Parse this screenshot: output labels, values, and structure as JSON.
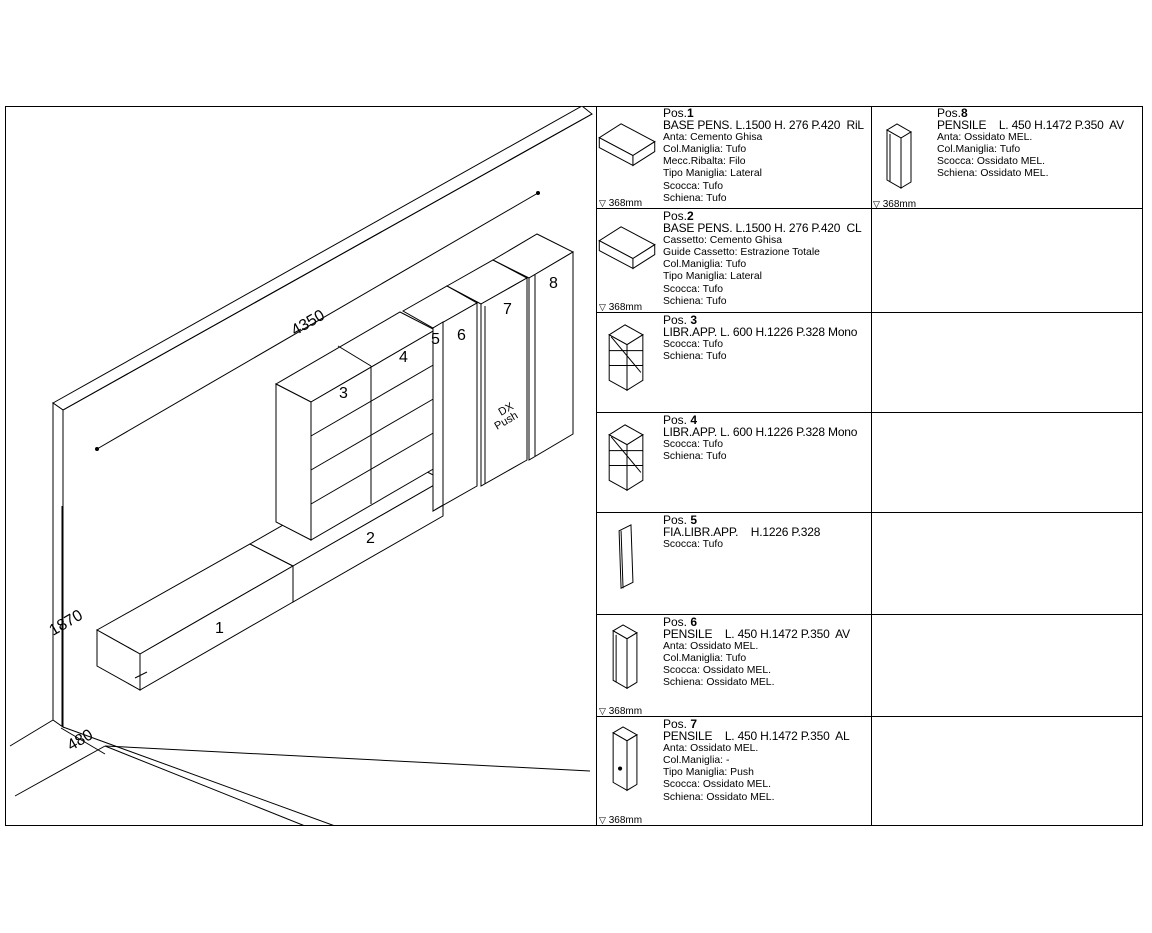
{
  "drawing": {
    "labels": {
      "width_dim": "4350",
      "height_dim": "1870",
      "depth_dim": "480",
      "unit1": "1",
      "unit2": "2",
      "unit3": "3",
      "unit4": "4",
      "unit5": "5",
      "unit6": "6",
      "unit7": "7",
      "unit8": "8",
      "note_line1": "DX",
      "note_line2": "Push"
    }
  },
  "positions": [
    {
      "pos_prefix": "Pos.",
      "pos_num": "1",
      "main": "BASE PENS. L.1500 H. 276 P.420  RiL",
      "attrs": [
        "Anta: Cemento Ghisa",
        "Col.Maniglia: Tufo",
        "Mecc.Ribalta: Filo",
        "Tipo Maniglia: Lateral",
        "Scocca: Tufo",
        "Schiena: Tufo"
      ],
      "mm": "368mm",
      "icon": "base-cabinet-icon"
    },
    {
      "pos_prefix": "Pos.",
      "pos_num": "2",
      "main": "BASE PENS. L.1500 H. 276 P.420  CL",
      "attrs": [
        "Cassetto: Cemento Ghisa",
        "Guide Cassetto: Estrazione Totale",
        "Col.Maniglia: Tufo",
        "Tipo Maniglia: Lateral",
        "Scocca: Tufo",
        "Schiena: Tufo"
      ],
      "mm": "368mm",
      "icon": "base-cabinet-icon"
    },
    {
      "pos_prefix": "Pos. ",
      "pos_num": "3",
      "main": "LIBR.APP. L. 600 H.1226 P.328 Mono",
      "attrs": [
        "Scocca: Tufo",
        "Schiena: Tufo"
      ],
      "mm": "",
      "icon": "bookcase-icon"
    },
    {
      "pos_prefix": "Pos. ",
      "pos_num": "4",
      "main": "LIBR.APP. L. 600 H.1226 P.328 Mono",
      "attrs": [
        "Scocca: Tufo",
        "Schiena: Tufo"
      ],
      "mm": "",
      "icon": "bookcase-icon"
    },
    {
      "pos_prefix": "Pos. ",
      "pos_num": "5",
      "main": "FIA.LIBR.APP.    H.1226 P.328",
      "attrs": [
        "Scocca: Tufo"
      ],
      "mm": "",
      "icon": "side-panel-icon"
    },
    {
      "pos_prefix": "Pos. ",
      "pos_num": "6",
      "main": "PENSILE    L. 450 H.1472 P.350  AV",
      "attrs": [
        "Anta: Ossidato MEL.",
        "Col.Maniglia: Tufo",
        "Scocca: Ossidato MEL.",
        "Schiena: Ossidato MEL."
      ],
      "mm": "368mm",
      "icon": "wall-unit-icon"
    },
    {
      "pos_prefix": "Pos. ",
      "pos_num": "7",
      "main": "PENSILE    L. 450 H.1472 P.350  AL",
      "attrs": [
        "Anta: Ossidato MEL.",
        "Col.Maniglia: -",
        "Tipo Maniglia: Push",
        "Scocca: Ossidato MEL.",
        "Schiena: Ossidato MEL."
      ],
      "mm": "368mm",
      "icon": "wall-unit-icon"
    }
  ],
  "position8": {
    "pos_prefix": "Pos.",
    "pos_num": "8",
    "main": "PENSILE    L. 450 H.1472 P.350  AV",
    "attrs": [
      "Anta: Ossidato MEL.",
      "Col.Maniglia: Tufo",
      "Scocca: Ossidato MEL.",
      "Schiena: Ossidato MEL."
    ],
    "mm": "368mm",
    "icon": "wall-unit-icon"
  }
}
